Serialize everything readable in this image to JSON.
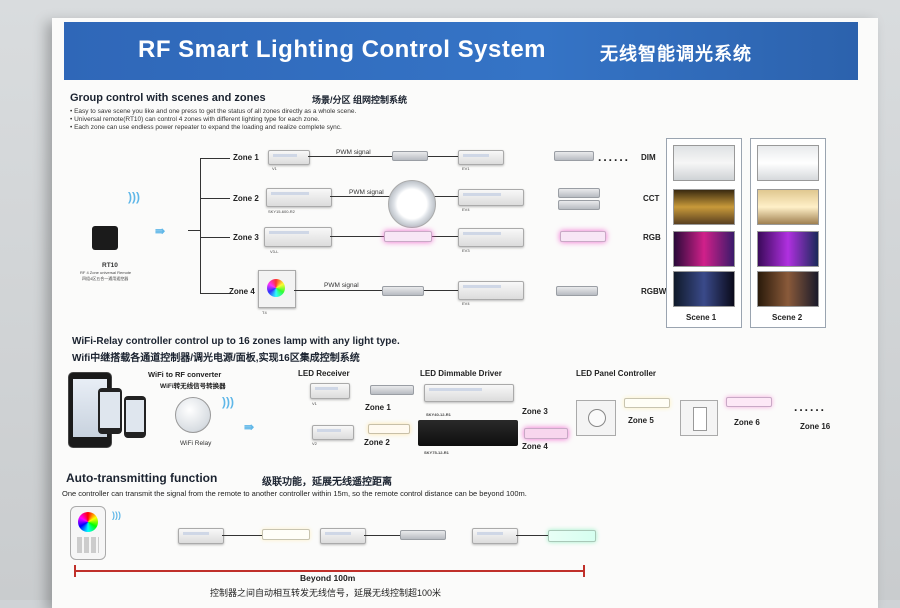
{
  "header": {
    "title_en": "RF Smart Lighting Control System",
    "title_cn": "无线智能调光系统"
  },
  "group": {
    "title_en": "Group control with scenes and zones",
    "title_cn": "场景/分区 组网控制系统",
    "bullets": [
      "Easy to save scene you like and one press to get the status of all zones directly as a whole scene.",
      "Universal remote(RT10) can control 4 zones with different lighting type for each zone.",
      "Each zone can use endless power repeater to expand the loading and realize complete sync."
    ],
    "remote_name": "RT10",
    "remote_desc": "RF 4 Zone universal Remote",
    "remote_desc_cn": "四组4区五合一通用遥控器",
    "zones": [
      {
        "label": "Zone 1",
        "signal": "PWM signal",
        "type": "DIM",
        "ctrl": "V1",
        "rep": "EV1"
      },
      {
        "label": "Zone 2",
        "signal": "PWM signal",
        "type": "CCT",
        "ctrl": "SKY15-600-R2",
        "rep": "EV4"
      },
      {
        "label": "Zone 3",
        "signal": "",
        "type": "RGB",
        "ctrl": "V3-L",
        "rep": "EV3"
      },
      {
        "label": "Zone 4",
        "signal": "PWM signal",
        "type": "RGBW",
        "ctrl": "T4",
        "rep": "EV4"
      }
    ],
    "scene1": "Scene 1",
    "scene2": "Scene 2"
  },
  "wifi": {
    "title_en": "WiFi-Relay controller control up to 16 zones lamp with any light type.",
    "title_cn": "Wifi中继搭载各通道控制器/调光电源/面板,实现16区集成控制系统",
    "converter_en": "WiFi to RF converter",
    "converter_cn": "WiFi转无线信号转换器",
    "relay_label": "WiFi Relay",
    "receiver_title": "LED Receiver",
    "driver_title": "LED Dimmable Driver",
    "panel_title": "LED Panel Controller",
    "receivers": [
      "V1",
      "V2"
    ],
    "drivers": [
      "SKY40-12-R1",
      "SKY75-12-R1"
    ],
    "zones": [
      "Zone 1",
      "Zone 2",
      "Zone 3",
      "Zone 4",
      "Zone 5",
      "Zone 6",
      "Zone 16"
    ]
  },
  "auto": {
    "title_en": "Auto-transmitting function",
    "title_cn": "级联功能，延展无线遥控距离",
    "desc": "One controller can transmit the signal from the remote to another controller within 15m, so the remote control distance can be beyond 100m.",
    "distance": "Beyond 100m",
    "footer_cn": "控制器之间自动相互转发无线信号，延展无线控制超100米"
  },
  "colors": {
    "header_blue": "#3170c0",
    "rgb_pink": "#f06ad0",
    "wifi_blue": "#5fb7e8"
  }
}
